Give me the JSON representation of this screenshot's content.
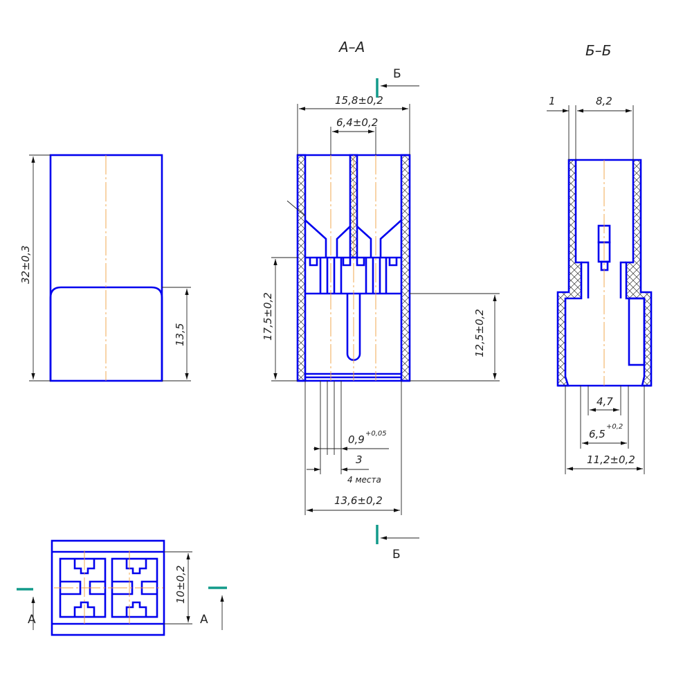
{
  "sections": {
    "aa_title": "А–А",
    "bb_title": "Б–Б",
    "mark_a": "А",
    "mark_b": "Б"
  },
  "front_view": {
    "height_dim": "32±0,3",
    "lower_dim": "13,5"
  },
  "top_view": {
    "width_dim": "10±0,2"
  },
  "section_aa": {
    "overall_width": "15,8±0,2",
    "pitch": "6,4±0,2",
    "left_height": "17,5±0,2",
    "right_height": "12,5±0,2",
    "pin_width": "0,9",
    "pin_width_tol": "+0,05",
    "pin_spacing": "3",
    "count_note": "4 места",
    "inner_width": "13,6±0,2"
  },
  "section_bb": {
    "wall": "1",
    "inner": "8,2",
    "slot": "4,7",
    "slot_outer": "6,5",
    "slot_outer_tol": "+0,2",
    "overall": "11,2±0,2"
  },
  "colors": {
    "outline": "#0000ee",
    "centerline": "#f0a040",
    "section_mark": "#129a8a"
  }
}
